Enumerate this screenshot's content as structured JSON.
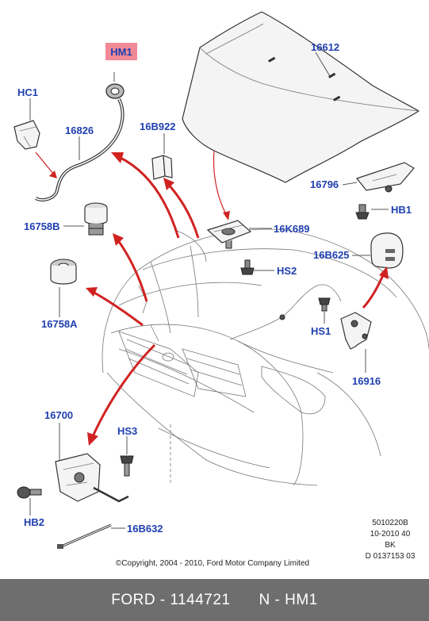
{
  "labels": {
    "hm1": "HM1",
    "hc1": "HC1",
    "p16826": "16826",
    "p16612": "16612",
    "p16b922": "16B922",
    "p16796": "16796",
    "hb1": "HB1",
    "p16758b": "16758B",
    "p16k689": "16K689",
    "p16b625": "16B625",
    "hs2": "HS2",
    "p16758a": "16758A",
    "hs1": "HS1",
    "p16916": "16916",
    "p16700": "16700",
    "hs3": "HS3",
    "hb2": "HB2",
    "p16b632": "16B632"
  },
  "highlight_color": "#f08a96",
  "label_color": "#1f3fb0",
  "arrow_color": "#d12222",
  "meta": {
    "line1": "5010220B",
    "line2": "10-2010 40",
    "line3": "BK",
    "line4": "D 0137153 03"
  },
  "copyright": "©Copyright, 2004 - 2010, Ford Motor Company Limited",
  "footer": {
    "part": "FORD - 1144721",
    "ref": "N - HM1"
  }
}
